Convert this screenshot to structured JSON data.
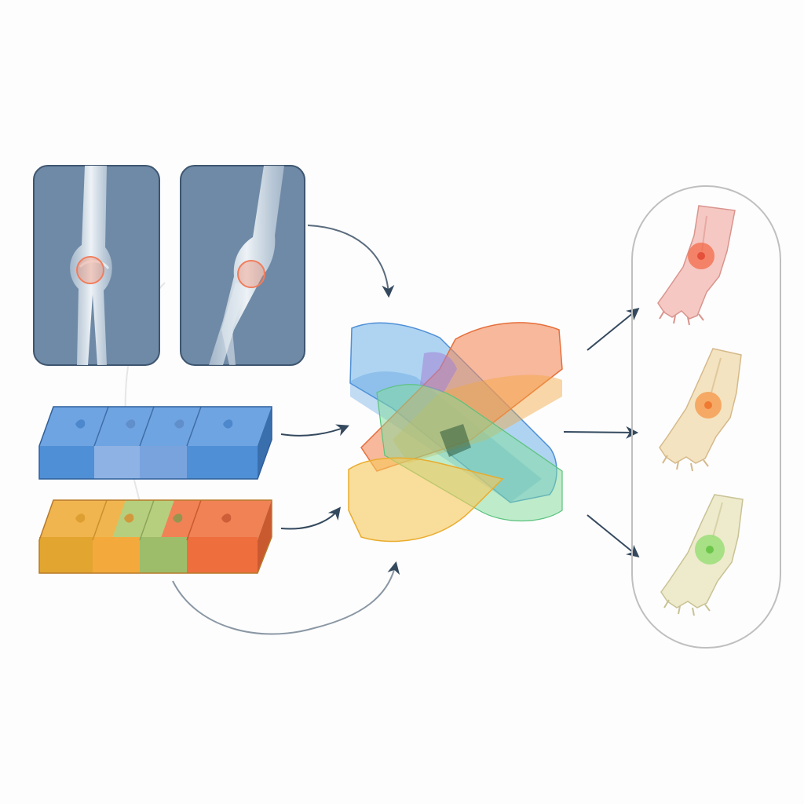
{
  "colors": {
    "background": "#fdfdfd",
    "xray_panel": "#6f8aa6",
    "xray_border": "#3e5670",
    "bone": "#e6edf3",
    "highlight_red": "#f07d5c",
    "block_blue": "#4f8fd6",
    "block_blue_light": "#8eb2e4",
    "block_yellow": "#f2b640",
    "block_orange_mid": "#f4a93c",
    "block_green": "#9ebd6a",
    "block_orange": "#ee6e3e",
    "fusion_blue": "#6fb3ea",
    "fusion_orange": "#f38a5a",
    "fusion_yellow": "#f7c85a",
    "fusion_green": "#7fdc9a",
    "arrow": "#34495e",
    "capsule_border": "#bfbfbf",
    "output_pink": "#f5c8c3",
    "output_tan": "#f4e3c0",
    "output_cream": "#eeeacc",
    "marker_red": "#f26b4a",
    "marker_orange": "#f59a4e",
    "marker_green": "#8fdc6e"
  },
  "icons": [
    "xray-elbow-front-icon",
    "xray-elbow-side-icon",
    "feature-block-blue-icon",
    "feature-block-warm-icon",
    "fusion-layers-icon",
    "foot-bone-red-marker-icon",
    "foot-bone-orange-marker-icon",
    "foot-bone-green-marker-icon"
  ],
  "feature_rows": [
    {
      "name": "blue-feature-row",
      "segments": [
        "#4f8fd6",
        "#8eb2e4",
        "#79a3dd",
        "#4f8fd6"
      ]
    },
    {
      "name": "warm-feature-row",
      "segments": [
        "#f2b640",
        "#f4a93c",
        "#9ebd6a",
        "#ee6e3e"
      ]
    }
  ],
  "outputs": [
    {
      "name": "output-red",
      "bone": "#f5c8c3",
      "marker": "#f26b4a"
    },
    {
      "name": "output-orange",
      "bone": "#f4e3c0",
      "marker": "#f59a4e"
    },
    {
      "name": "output-green",
      "bone": "#eeeacc",
      "marker": "#8fdc6e"
    }
  ]
}
